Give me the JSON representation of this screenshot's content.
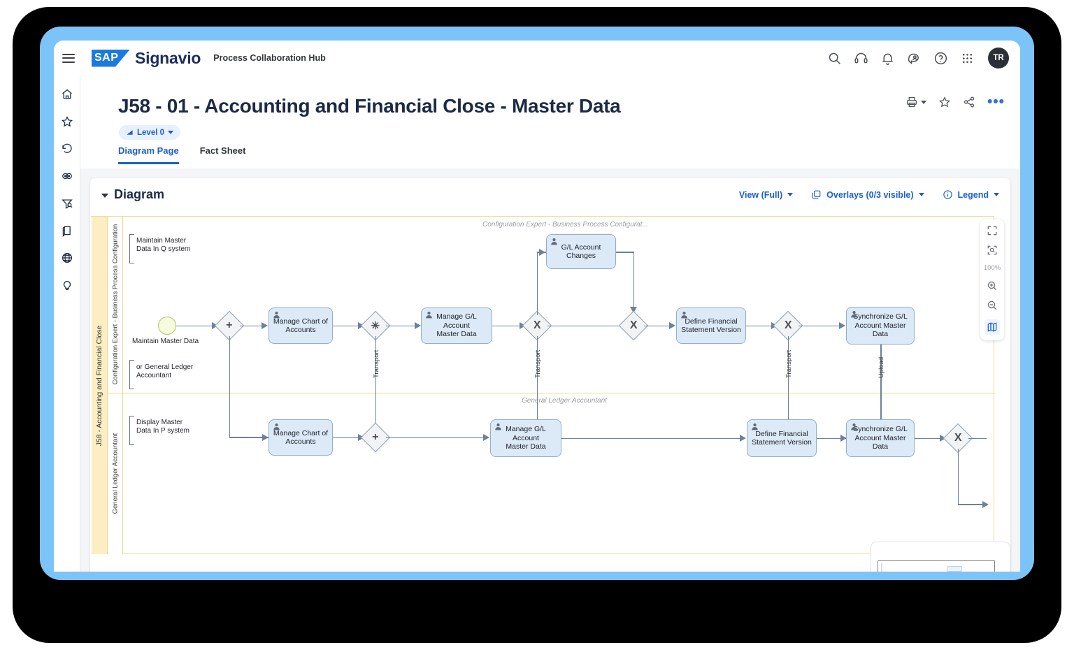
{
  "app": {
    "brand_sap": "SAP",
    "brand_signavio": "Signavio",
    "product": "Process Collaboration Hub",
    "avatar_initials": "TR",
    "topbar_icons": [
      "search-icon",
      "support-headset-icon",
      "notification-bell-icon",
      "feedback-icon",
      "help-icon",
      "app-grid-icon"
    ]
  },
  "sidebar": {
    "items": [
      {
        "icon": "home-icon",
        "label": "Home"
      },
      {
        "icon": "star-icon",
        "label": "Favorites"
      },
      {
        "icon": "history-icon",
        "label": "Recent"
      },
      {
        "icon": "collaboration-icon",
        "label": "Collaboration"
      },
      {
        "icon": "process-search-icon",
        "label": "Process Search"
      },
      {
        "icon": "library-icon",
        "label": "Library"
      },
      {
        "icon": "globe-icon",
        "label": "Global"
      },
      {
        "icon": "lightbulb-icon",
        "label": "Ideas"
      }
    ]
  },
  "header": {
    "title": "J58 - 01 - Accounting and Financial Close - Master Data",
    "level_chip": "Level 0",
    "actions": [
      "print-icon",
      "favorite-star-icon",
      "share-icon",
      "more-options-icon"
    ]
  },
  "tabs": [
    {
      "label": "Diagram Page",
      "active": true
    },
    {
      "label": "Fact Sheet",
      "active": false
    }
  ],
  "diagram_card": {
    "title": "Diagram",
    "view_label": "View (Full)",
    "overlays_label": "Overlays (0/3 visible)",
    "legend_label": "Legend"
  },
  "zoom_toolbar": {
    "fullscreen": "fullscreen-icon",
    "fit": "fit-to-screen-icon",
    "level": "100%",
    "zoom_in": "zoom-in-icon",
    "zoom_out": "zoom-out-icon",
    "minimap": "minimap-icon"
  },
  "diagram": {
    "pool_label": "J58 - Accounting and Financial Close",
    "lanes": [
      {
        "side_label": "Configuration Expert - Business Process Configuration",
        "caption": "Configuration Expert - Business Process Configurat..."
      },
      {
        "side_label": "General Ledger Accountant",
        "caption": "General Ledger Accountant"
      }
    ],
    "annotations": [
      {
        "text": "Maintain Master\nData In Q system"
      },
      {
        "text": "or General Ledger\nAccountant"
      },
      {
        "text": "Display Master\nData In P system"
      }
    ],
    "start_event": {
      "label": "Maintain Master Data"
    },
    "tasks": [
      {
        "id": "t1",
        "label": "Manage Chart of\nAccounts",
        "lane": 0
      },
      {
        "id": "t2",
        "label": "Manage G/L Account\nMaster Data",
        "lane": 0
      },
      {
        "id": "t3",
        "label": "G/L Account Changes",
        "lane": 0
      },
      {
        "id": "t4",
        "label": "Define Financial\nStatement Version",
        "lane": 0
      },
      {
        "id": "t5",
        "label": "Synchronize G/L\nAccount Master Data",
        "lane": 0
      },
      {
        "id": "t6",
        "label": "Manage Chart of\nAccounts",
        "lane": 1
      },
      {
        "id": "t7",
        "label": "Manage G/L Account\nMaster Data",
        "lane": 1
      },
      {
        "id": "t8",
        "label": "Define Financial\nStatement Version",
        "lane": 1
      },
      {
        "id": "t9",
        "label": "Synchronize G/L\nAccount Master Data",
        "lane": 1
      }
    ],
    "gateways": [
      {
        "id": "g1",
        "type": "parallel",
        "symbol": "+"
      },
      {
        "id": "g2",
        "type": "complex",
        "symbol": "✳"
      },
      {
        "id": "g3",
        "type": "exclusive",
        "symbol": "X"
      },
      {
        "id": "g4",
        "type": "exclusive",
        "symbol": "X"
      },
      {
        "id": "g5",
        "type": "exclusive",
        "symbol": "X"
      },
      {
        "id": "g6",
        "type": "parallel",
        "symbol": "+"
      },
      {
        "id": "g7",
        "type": "exclusive",
        "symbol": "X"
      }
    ],
    "edge_labels": [
      "Transport",
      "Transport",
      "Transport",
      "Upload"
    ]
  }
}
